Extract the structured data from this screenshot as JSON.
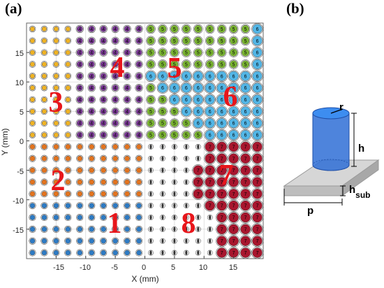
{
  "panel_a": {
    "label": "(a)",
    "xlabel": "X (mm)",
    "ylabel": "Y (mm)",
    "xticks": [
      "-15",
      "-10",
      "-5",
      "0",
      "5",
      "10",
      "15"
    ],
    "yticks": [
      "15",
      "10",
      "5",
      "0",
      "-5",
      "-10",
      "-15"
    ],
    "xlim": [
      -20,
      20
    ],
    "ylim": [
      -20,
      20
    ],
    "regions": [
      {
        "label": "1",
        "color": "#2e7bc4"
      },
      {
        "label": "2",
        "color": "#e3741f"
      },
      {
        "label": "3",
        "color": "#f0b323"
      },
      {
        "label": "4",
        "color": "#7d3b98"
      },
      {
        "label": "5",
        "color": "#7ab432"
      },
      {
        "label": "6",
        "color": "#53b6e6"
      },
      {
        "label": "7",
        "color": "#a8162e"
      },
      {
        "label": "8",
        "color": "#333333"
      }
    ]
  },
  "panel_b": {
    "label": "(b)",
    "dim_r": "r",
    "dim_h": "h",
    "dim_h_sub_main": "h",
    "dim_h_sub_sub": "sub",
    "dim_p": "p"
  },
  "colors": {
    "region_label": "#e8161b",
    "grid": "#d9d9d9",
    "cylinder_fill": "#2f6fd6",
    "substrate_fill": "#c8c8c8"
  }
}
